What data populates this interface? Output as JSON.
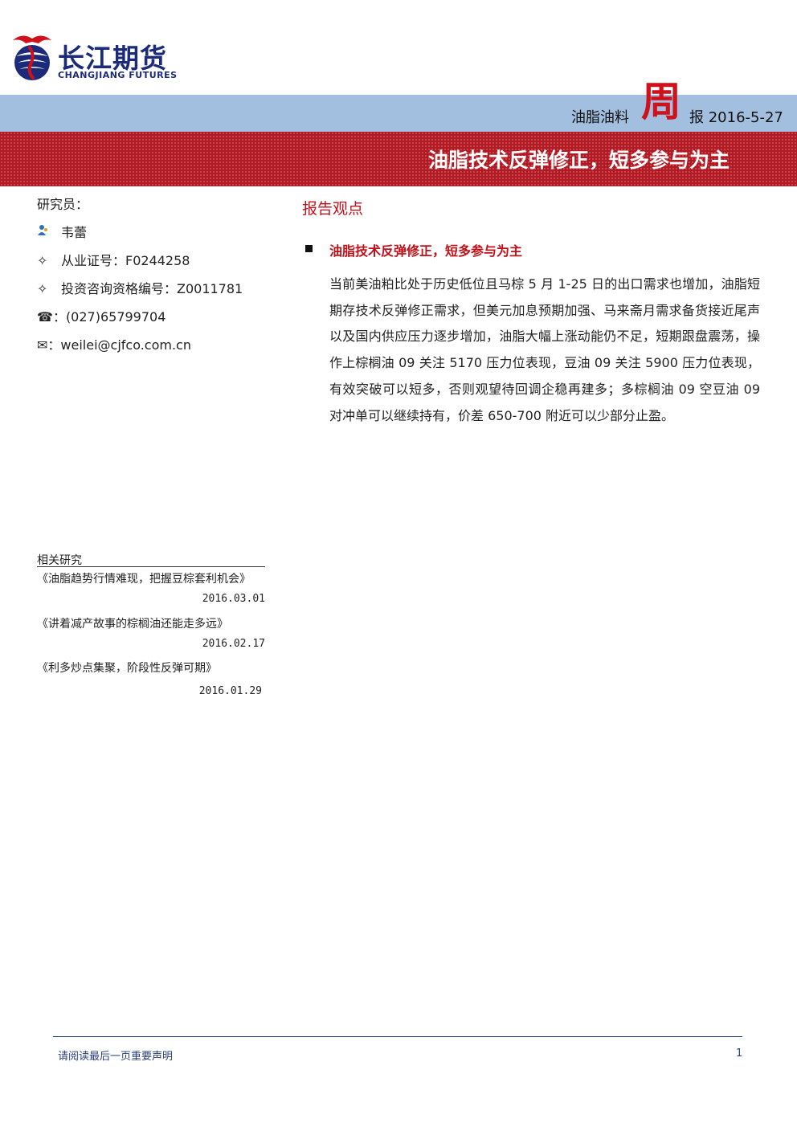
{
  "header": {
    "logo_cn": "长江期货",
    "logo_en": "CHANGJIANG FUTURES",
    "category": "油脂油料",
    "zhou": "周",
    "report_date": "报 2016-5-27",
    "headline": "油脂技术反弹修正，短多参与为主"
  },
  "researcher": {
    "label": "研究员：",
    "name": "韦蕾",
    "license": "从业证号：F0244258",
    "consult_license": "投资咨询资格编号：Z0011781",
    "phone": "：(027)65799704",
    "email": "：weilei@cjfco.com.cn"
  },
  "report": {
    "section_title": "报告观点",
    "bullet_title": "油脂技术反弹修正，短多参与为主",
    "body": "当前美油粕比处于历史低位且马棕 5 月 1-25 日的出口需求也增加，油脂短期存技术反弹修正需求，但美元加息预期加强、马来斋月需求备货接近尾声以及国内供应压力逐步增加，油脂大幅上涨动能仍不足，短期跟盘震荡，操作上棕榈油 09 关注 5170 压力位表现，豆油 09 关注 5900 压力位表现，有效突破可以短多，否则观望待回调企稳再建多；多棕榈油 09 空豆油 09 对冲单可以继续持有，价差 650-700 附近可以少部分止盈。"
  },
  "related": {
    "title": "相关研究",
    "items": [
      {
        "title": "《油脂趋势行情难现，把握豆棕套利机会》",
        "date": "2016.03.01"
      },
      {
        "title": "《讲着减产故事的棕榈油还能走多远》",
        "date": "2016.02.17"
      },
      {
        "title": "《利多炒点集聚，阶段性反弹可期》",
        "date": "2016.01.29"
      }
    ]
  },
  "footer": {
    "note": "请阅读最后一页重要声明",
    "page": "1"
  },
  "colors": {
    "brand_blue": "#1b2b7a",
    "band_blue": "#a2bfe0",
    "band_red": "#b21822",
    "accent_red": "#c0101a"
  },
  "icons": [
    "company-logo-icon",
    "researcher-icon",
    "diamond-icon",
    "phone-icon",
    "envelope-icon"
  ]
}
